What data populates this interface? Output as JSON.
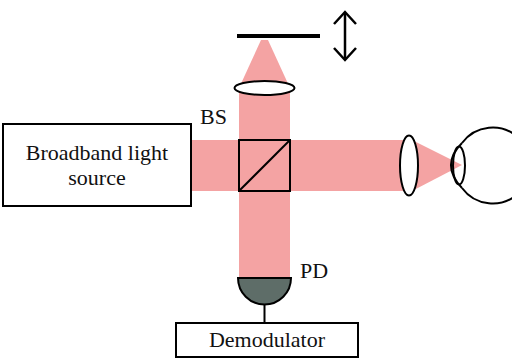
{
  "diagram": {
    "nodes": [
      {
        "text": [
          "Broadband light source"
        ]
      },
      {
        "text": [
          "Demodulator"
        ]
      }
    ],
    "labels": [
      "BS",
      "PD"
    ]
  }
}
